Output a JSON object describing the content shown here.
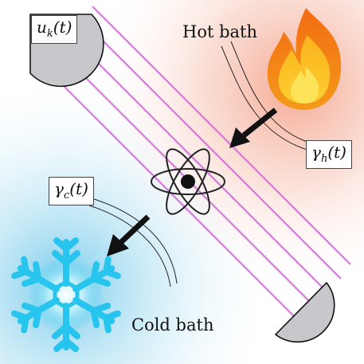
{
  "labels": {
    "hot_bath": "Hot bath",
    "cold_bath": "Cold bath",
    "control": {
      "symbol": "u",
      "sub": "k",
      "arg": "(t)"
    },
    "gamma_h": {
      "symbol": "γ",
      "sub": "h",
      "arg": "(t)"
    },
    "gamma_c": {
      "symbol": "γ",
      "sub": "c",
      "arg": "(t)"
    }
  },
  "icons": {
    "hot": "flame-icon",
    "cold": "snowflake-icon",
    "system": "atom-icon",
    "mirror_top": "mirror-top-left",
    "mirror_bottom": "mirror-bottom-right"
  },
  "colors": {
    "hot_glow": "#f6b6a0",
    "cold_glow": "#8fd3ec",
    "laser": "#d86be0",
    "mirror_fill": "#c8c8cc",
    "arrow": "#111111",
    "snowflake": "#27c4ee",
    "flame_outer": "#f08a17",
    "flame_inner": "#fde35a"
  }
}
